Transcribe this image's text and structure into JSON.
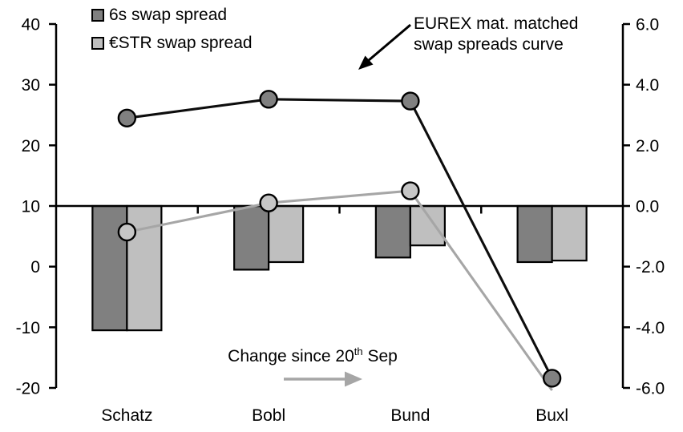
{
  "legend": {
    "items": [
      {
        "label": "6s swap spread",
        "color": "#808080"
      },
      {
        "label": "€STR swap spread",
        "color": "#bfbfbf"
      }
    ]
  },
  "annotations": {
    "curve_label_line1": "EUREX mat. matched",
    "curve_label_line2": "swap spreads curve",
    "change_prefix": "Change since 20",
    "change_sup": "th",
    "change_suffix": " Sep"
  },
  "chart_data": {
    "type": "combo-bar-line",
    "categories": [
      "Schatz",
      "Bobl",
      "Bund",
      "Buxl"
    ],
    "left_axis": {
      "ticks": [
        40,
        30,
        20,
        10,
        0,
        -10,
        -20
      ],
      "min": -20,
      "max": 40
    },
    "right_axis": {
      "ticks": [
        "6.0",
        "4.0",
        "2.0",
        "0.0",
        "-2.0",
        "-4.0",
        "-6.0"
      ],
      "min": -6,
      "max": 6
    },
    "bar_series": [
      {
        "name": "6s swap spread",
        "axis": "right",
        "color": "#808080",
        "values": [
          -4.1,
          -2.1,
          -1.7,
          -1.85
        ]
      },
      {
        "name": "€STR swap spread",
        "axis": "right",
        "color": "#bfbfbf",
        "values": [
          -4.1,
          -1.85,
          -1.3,
          -1.8
        ]
      }
    ],
    "line_series": [
      {
        "name": "€STR swap spread curve",
        "axis": "left",
        "color": "#a6a6a6",
        "marker_fill": "#c6c6c6",
        "values": [
          5.7,
          10.5,
          12.5,
          -20.4
        ],
        "marker_shown": [
          true,
          true,
          true,
          false
        ]
      },
      {
        "name": "6s swap spread curve",
        "axis": "left",
        "color": "#0d0d0d",
        "marker_fill": "#808080",
        "values": [
          24.5,
          27.6,
          27.3,
          -18.4
        ],
        "marker_shown": [
          true,
          true,
          true,
          true
        ]
      }
    ],
    "arrow_colors": {
      "eurex": "#000000",
      "change": "#a6a6a6"
    }
  }
}
